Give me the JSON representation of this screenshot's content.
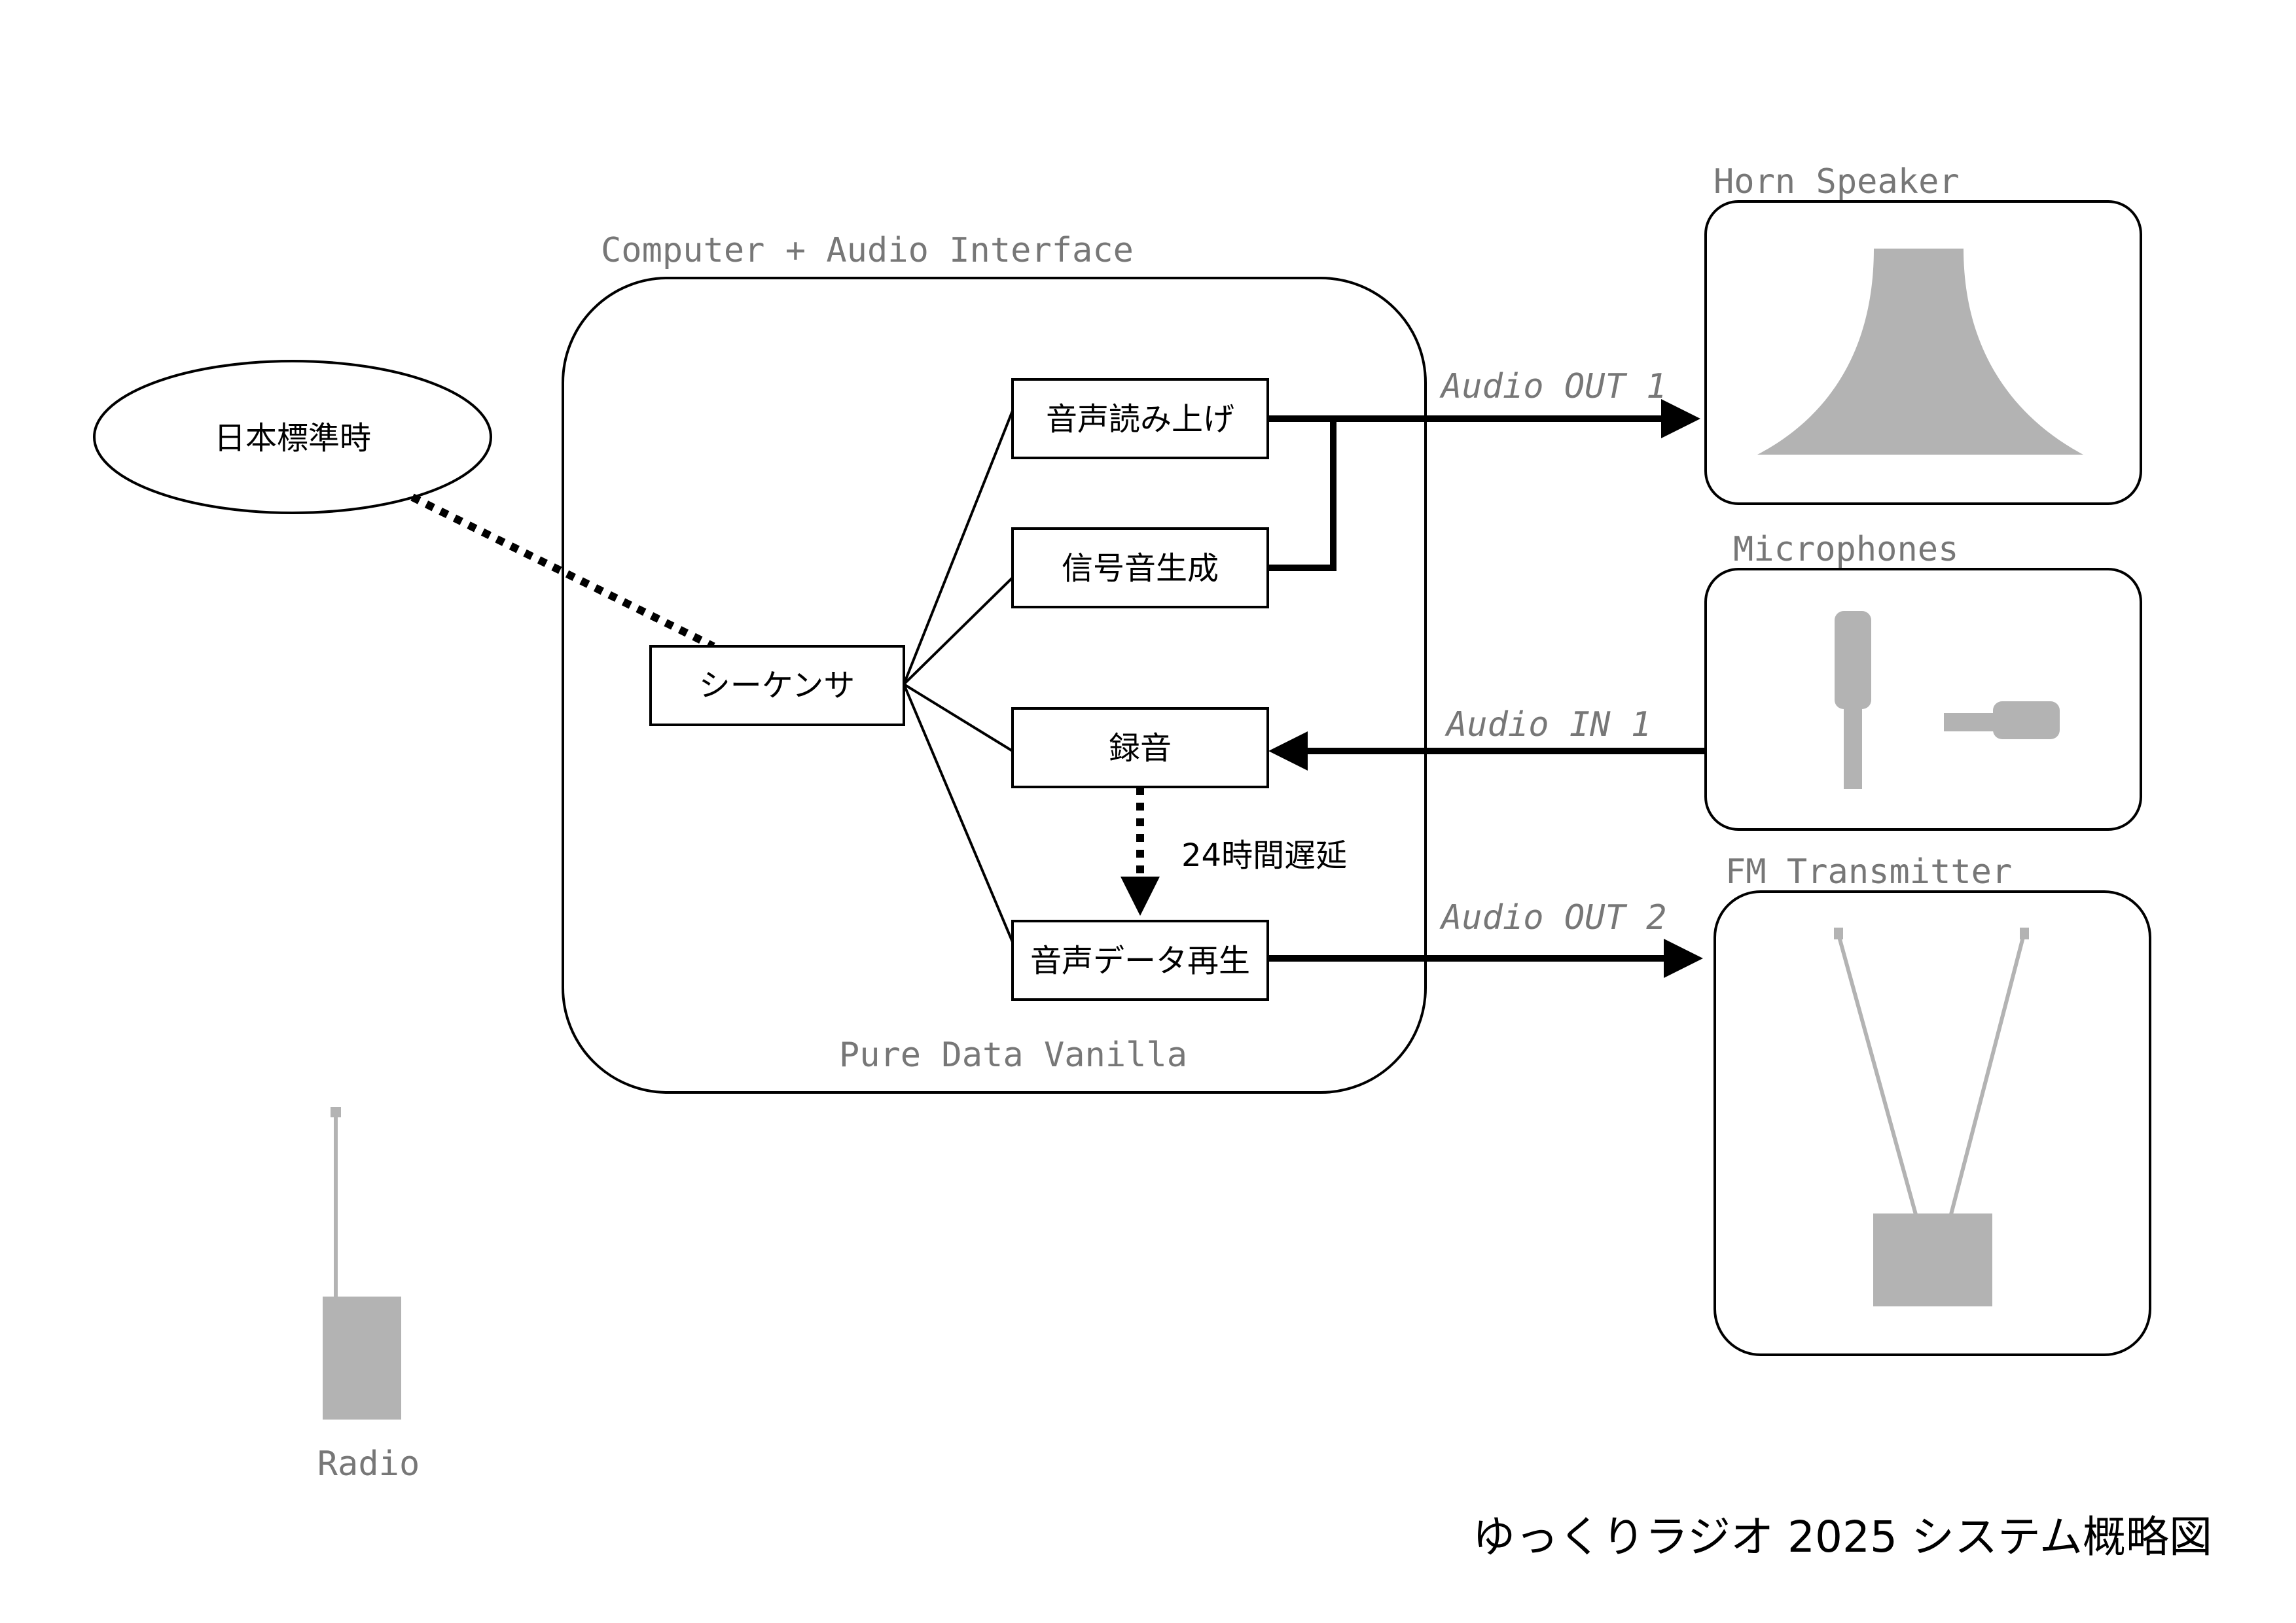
{
  "title": "ゆっくりラジオ 2025 システム概略図",
  "groups": {
    "computer": {
      "label": "Computer + Audio Interface",
      "footer": "Pure Data Vanilla"
    },
    "horn_speaker": {
      "label": "Horn Speaker"
    },
    "microphones": {
      "label": "Microphones"
    },
    "fm_transmitter": {
      "label": "FM Transmitter"
    },
    "radio": {
      "label": "Radio"
    }
  },
  "nodes": {
    "jst": "日本標準時",
    "sequencer": "シーケンサ",
    "tts": "音声読み上げ",
    "signal": "信号音生成",
    "record": "録音",
    "playback": "音声データ再生"
  },
  "edges": {
    "delay": "24時間遅延",
    "audio_out_1": "Audio OUT 1",
    "audio_in_1": "Audio IN 1",
    "audio_out_2": "Audio OUT 2"
  },
  "colors": {
    "line": "#000000",
    "device_fill": "#b3b3b3",
    "label_grey": "#777777"
  }
}
